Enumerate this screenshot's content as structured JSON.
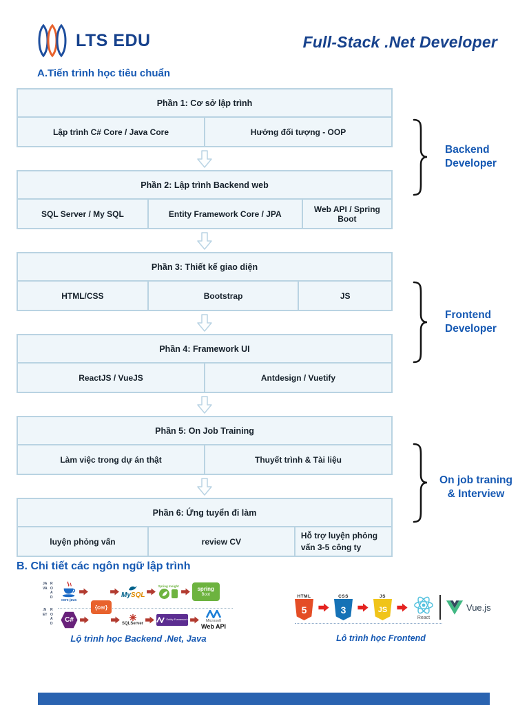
{
  "header": {
    "logo_text": "LTS EDU",
    "title": "Full-Stack .Net Developer"
  },
  "section_a": {
    "heading": "A.Tiến trình học tiêu chuẩn",
    "phases": [
      {
        "title": "Phần 1: Cơ sở lập trình",
        "items": [
          "Lập trình C# Core / Java Core",
          "Hướng đối tượng - OOP"
        ]
      },
      {
        "title": "Phần 2: Lập trình Backend web",
        "items": [
          "SQL Server / My SQL",
          "Entity Framework Core / JPA",
          "Web API / Spring Boot"
        ]
      },
      {
        "title": "Phần 3: Thiết kế giao diện",
        "items": [
          "HTML/CSS",
          "Bootstrap",
          "JS"
        ]
      },
      {
        "title": "Phần 4: Framework UI",
        "items": [
          "ReactJS / VueJS",
          "Antdesign / Vuetify"
        ]
      },
      {
        "title": "Phần 5: On Job Training",
        "items": [
          "Làm việc trong dự án thật",
          "Thuyết trình & Tài liệu"
        ]
      },
      {
        "title": "Phần 6: Ứng tuyển đi làm",
        "items": [
          "luyện phỏng vấn",
          "review CV",
          "Hỗ trợ luyện phỏng vấn 3-5 công ty"
        ]
      }
    ],
    "braces": [
      {
        "line1": "Backend",
        "line2": "Developer"
      },
      {
        "line1": "Frontend",
        "line2": "Developer"
      },
      {
        "line1": "On job traning",
        "line2": "& Interview"
      }
    ]
  },
  "section_b": {
    "heading": "B. Chi tiết các ngôn ngữ lập trình",
    "backend": {
      "rail_java_a": "JAVA",
      "rail_java_b": "ROAD",
      "rail_net_a": ".NET",
      "rail_net_b": "ROAD",
      "java_label": "core-java",
      "cer": "{cer}",
      "mysql_my": "My",
      "mysql_sql": "SQL",
      "spring_caption": "Spring Insight",
      "springboot_line1": "spring",
      "springboot_line2": "Boot",
      "csharp": "C#",
      "sqlserver": "SQLServer",
      "ef": "Entity Framework",
      "ms": "Microsoft",
      "webapi": "Web API",
      "caption": "Lộ trình học Backend .Net, Java"
    },
    "frontend": {
      "html_tag": "HTML",
      "html_letter": "5",
      "css_tag": "CSS",
      "css_letter": "3",
      "js_tag": "JS",
      "js_letter": "JS",
      "react_label": "React",
      "vue_label": "Vue.js",
      "caption": "Lô trình học Frontend"
    }
  },
  "colors": {
    "navy": "#16418c",
    "accent-blue": "#1659b3",
    "box-border": "#b9d3e2",
    "box-bg": "#eff6fa",
    "arrow-red": "#b23b30",
    "arrow-bright-red": "#e42320",
    "orange": "#e8622d",
    "spring-green": "#6db33f",
    "vue-green": "#41b883",
    "react-cyan": "#53c1de",
    "purple-cs": "#68217a",
    "purple-ef": "#5c2d91",
    "footer-blue": "#2a63b0"
  }
}
